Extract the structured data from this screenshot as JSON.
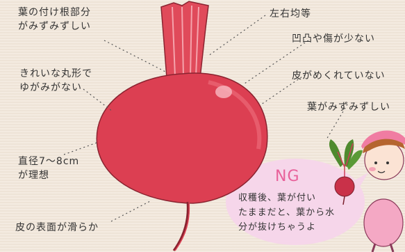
{
  "labels": {
    "leaf_base": [
      "葉の付け根部分",
      "がみずみずしい"
    ],
    "round_shape": [
      "きれいな丸形で",
      "ゆがみがない"
    ],
    "diameter": [
      "直径7〜8cm",
      "が理想"
    ],
    "surface": "皮の表面が滑らか",
    "symmetric": "左右均等",
    "no_bumps": "凹凸や傷が少ない",
    "skin_intact": "皮がめくれていない",
    "leaves_fresh": "葉がみずみずしい"
  },
  "ng": {
    "title": "NG",
    "text": [
      "収穫後、葉が付い",
      "たままだと、葉から水",
      "分が抜けちゃうよ"
    ]
  },
  "colors": {
    "background": "#f2e7da",
    "beet": "#dc3f52",
    "beet_dark": "#b92b3d",
    "stem": "#e04a5a",
    "ng_bubble": "#f6d6ea",
    "ng_text": "#e8619a",
    "leaf": "#4f8a2e"
  }
}
